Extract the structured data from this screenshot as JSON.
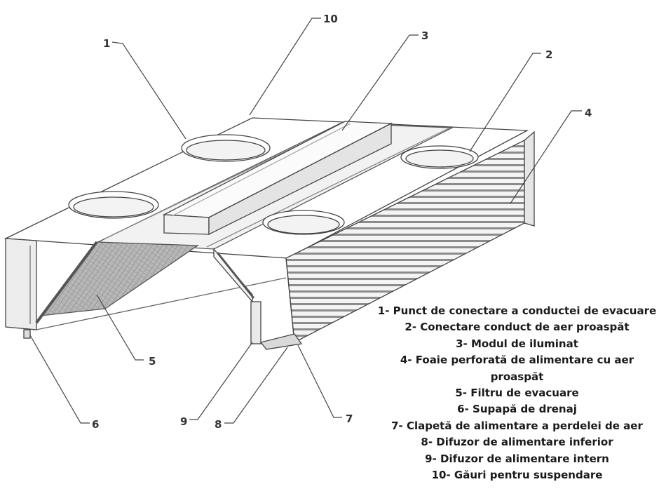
{
  "callouts": [
    {
      "id": "1",
      "label": "1"
    },
    {
      "id": "2",
      "label": "2"
    },
    {
      "id": "3",
      "label": "3"
    },
    {
      "id": "4",
      "label": "4"
    },
    {
      "id": "5",
      "label": "5"
    },
    {
      "id": "6",
      "label": "6"
    },
    {
      "id": "7",
      "label": "7"
    },
    {
      "id": "8",
      "label": "8"
    },
    {
      "id": "9",
      "label": "9"
    },
    {
      "id": "10",
      "label": "10"
    }
  ],
  "legend": [
    "1- Punct de conectare a conductei de evacuare",
    "2- Conectare conduct de aer proaspăt",
    "3- Modul de iluminat",
    "4- Foaie perforată de alimentare cu aer proaspăt",
    "5- Filtru de evacuare",
    "6- Supapă de drenaj",
    "7- Clapetă de alimentare a perdelei de aer",
    "8- Difuzor de alimentare inferior",
    "9- Difuzor de alimentare intern",
    "10- Găuri pentru suspendare"
  ]
}
